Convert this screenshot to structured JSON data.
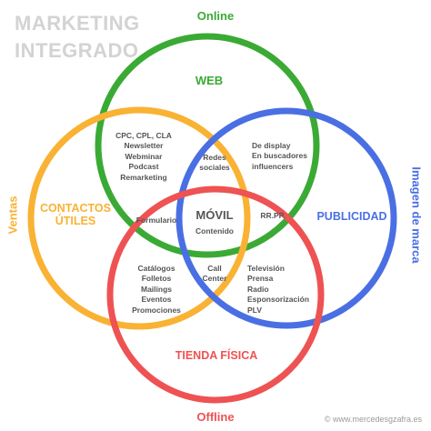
{
  "title": {
    "line1": "MARKETING",
    "line2": "INTEGRADO"
  },
  "axes": {
    "top": "Online",
    "bottom": "Offline",
    "left": "Ventas",
    "right": "Imagen de marca"
  },
  "circles": {
    "web": {
      "label": "WEB",
      "color": "#3aaa35"
    },
    "contactos": {
      "label_line1": "CONTACTOS",
      "label_line2": "ÚTILES",
      "color": "#f9b233"
    },
    "publicidad": {
      "label": "PUBLICIDAD",
      "color": "#4a6fe3"
    },
    "tienda": {
      "label": "TIENDA FÍSICA",
      "color": "#ee5253"
    }
  },
  "center": {
    "label": "MÓVIL",
    "sub": "Contenido"
  },
  "regions": {
    "web_contactos": [
      "CPC, CPL, CLA",
      "Newsletter",
      "Webminar",
      "Podcast",
      "Remarketing"
    ],
    "web_center": [
      "Redes",
      "sociales"
    ],
    "web_publicidad": [
      "De display",
      "En buscadores",
      "influencers"
    ],
    "contactos_center": [
      "Formulario"
    ],
    "publicidad_center": [
      "RR.PP."
    ],
    "contactos_tienda": [
      "Catálogos",
      "Folletos",
      "Mailings",
      "Eventos",
      "Promociones"
    ],
    "tienda_center": [
      "Call",
      "Center"
    ],
    "publicidad_tienda": [
      "Televisión",
      "Prensa",
      "Radio",
      "Esponsorización",
      "PLV"
    ]
  },
  "colors": {
    "online": "#3aaa35",
    "offline": "#ee5253",
    "ventas": "#f9b233",
    "imagen": "#4a6fe3"
  },
  "credit": "© www.mercedesgzafra.es"
}
